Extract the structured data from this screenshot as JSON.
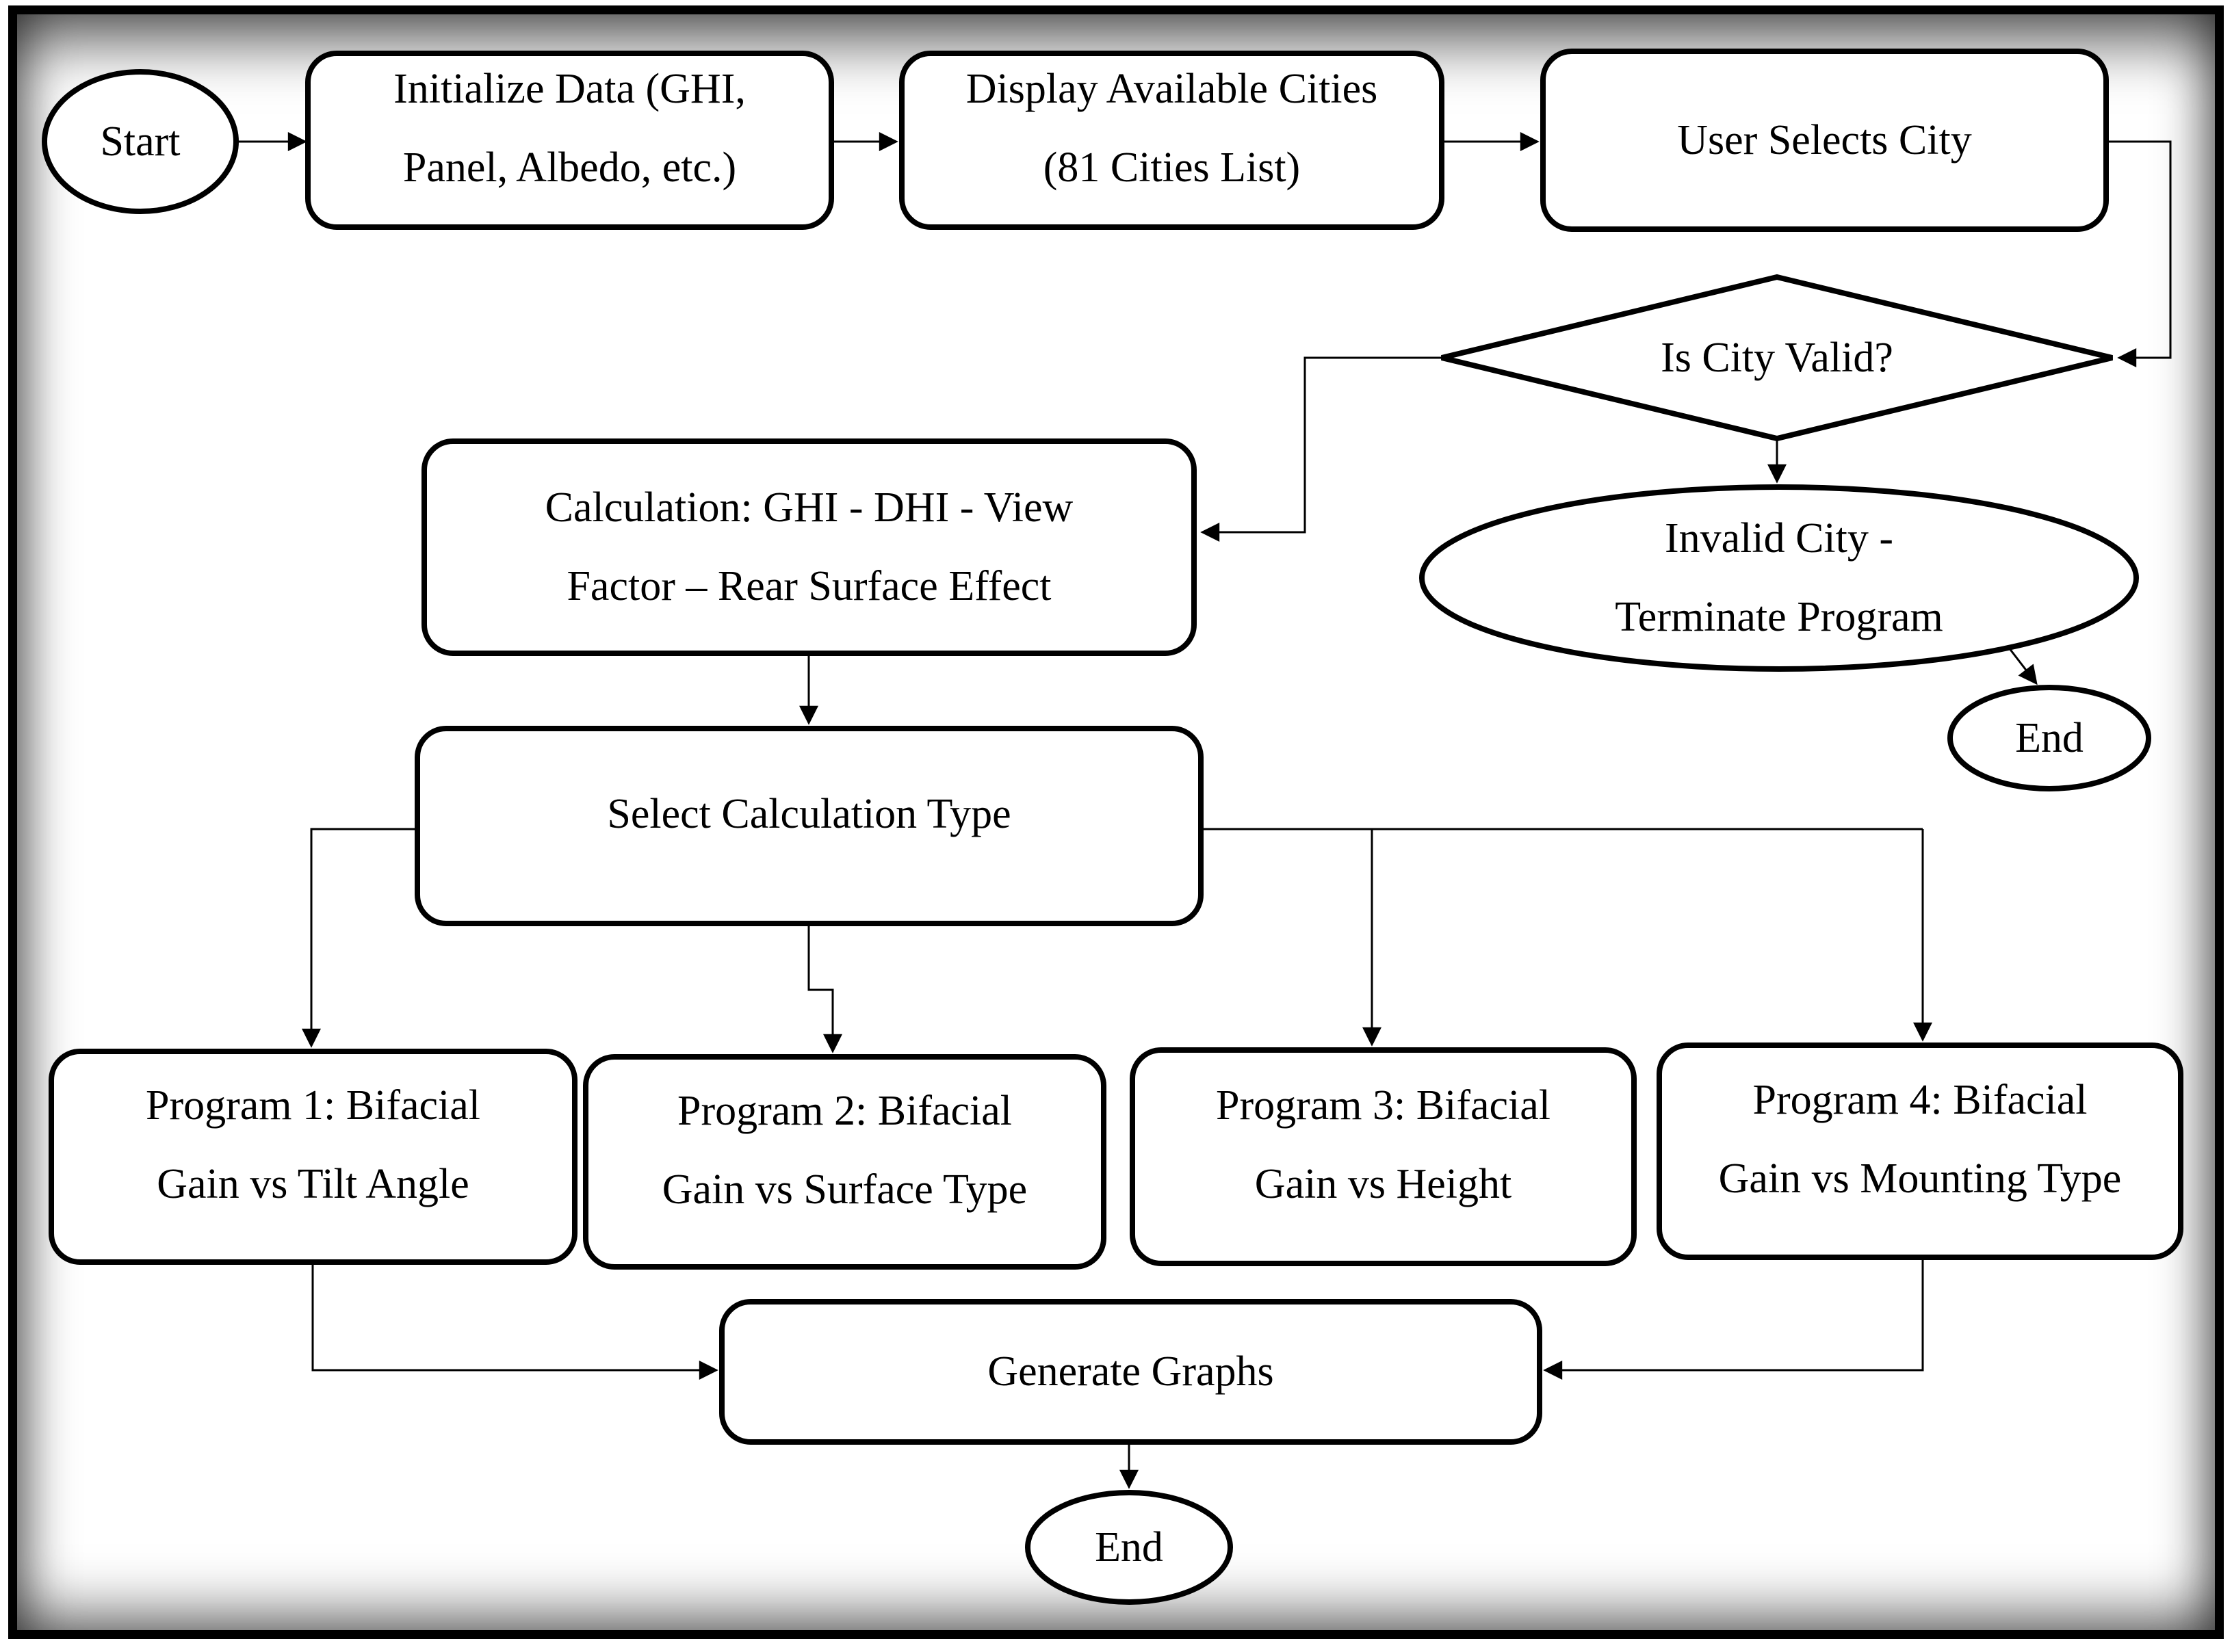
{
  "nodes": {
    "start": {
      "label": "Start"
    },
    "initialize_data": {
      "label": "Initialize Data (GHI,\nPanel, Albedo, etc.)"
    },
    "display_cities": {
      "label": "Display Available Cities\n(81 Cities List)"
    },
    "user_selects_city": {
      "label": "User Selects City"
    },
    "is_city_valid": {
      "label": "Is City Valid?"
    },
    "calculation": {
      "label": "Calculation: GHI - DHI - View\nFactor – Rear Surface Effect"
    },
    "invalid_city": {
      "label": "Invalid City -\nTerminate Program"
    },
    "end_invalid": {
      "label": "End"
    },
    "select_calculation_type": {
      "label": "Select Calculation Type"
    },
    "program1": {
      "label": "Program 1: Bifacial\nGain vs Tilt Angle"
    },
    "program2": {
      "label": "Program 2: Bifacial\nGain vs Surface Type"
    },
    "program3": {
      "label": "Program 3: Bifacial\nGain vs Height"
    },
    "program4": {
      "label": "Program 4: Bifacial\nGain vs Mounting Type"
    },
    "generate_graphs": {
      "label": "Generate Graphs"
    },
    "end_main": {
      "label": "End"
    }
  },
  "colors": {
    "line": "#000000",
    "fill": "#ffffff"
  }
}
